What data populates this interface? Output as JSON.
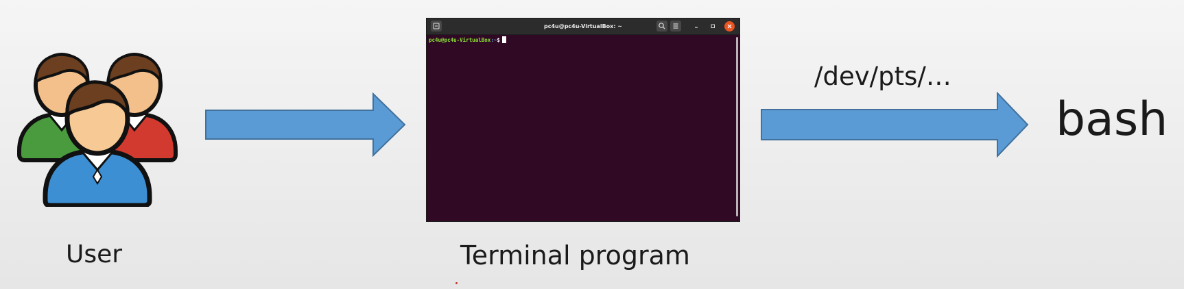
{
  "diagram": {
    "user_label": "User",
    "terminal_label": "Terminal program",
    "pts_label": "/dev/pts/…",
    "bash_label": "bash"
  },
  "terminal": {
    "title": "pc4u@pc4u-VirtualBox: ~",
    "prompt_user_host": "pc4u@pc4u-VirtualBox",
    "prompt_path": ":~",
    "prompt_symbol": "$",
    "background_color": "#300a24",
    "titlebar_icons": [
      "new-tab-icon",
      "search-icon",
      "menu-icon",
      "minimize-icon",
      "maximize-icon",
      "close-icon"
    ]
  },
  "colors": {
    "arrow_fill": "#5b9bd5",
    "arrow_stroke": "#41719c",
    "background": "#eeeeee"
  },
  "icons": {
    "users": "users-group-icon"
  }
}
